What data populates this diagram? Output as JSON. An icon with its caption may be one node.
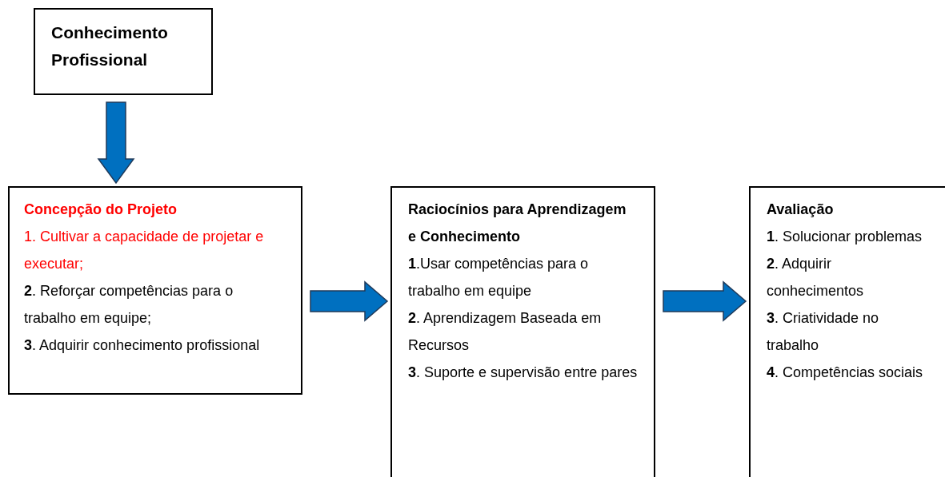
{
  "diagram": {
    "nodes": [
      {
        "text": [
          "Conhecimento Profissional"
        ]
      },
      {
        "text": [
          "Concepção do Projeto",
          "1. Cultivar a capacidade de projetar e executar;",
          "**2**. Reforçar competências para o trabalho em equipe;",
          "**3**. Adquirir conhecimento profissional"
        ]
      },
      {
        "text": [
          "Raciocínios para Aprendizagem e Conhecimento",
          "**1**.Usar competências para o trabalho em equipe",
          "**2**. Aprendizagem Baseada em Recursos",
          "**3**. Suporte e supervisão entre pares"
        ]
      },
      {
        "text": [
          "Avaliação",
          "**1**. Solucionar problemas",
          "**2**. Adquirir conhecimentos",
          "**3**. Criatividade no trabalho",
          "**4**. Competências sociais"
        ]
      }
    ],
    "edges": [
      {
        "from": 0,
        "to": 1,
        "arrow": "to"
      },
      {
        "from": 1,
        "to": 2,
        "arrow": "to"
      },
      {
        "from": 2,
        "to": 3,
        "arrow": "to"
      }
    ]
  }
}
